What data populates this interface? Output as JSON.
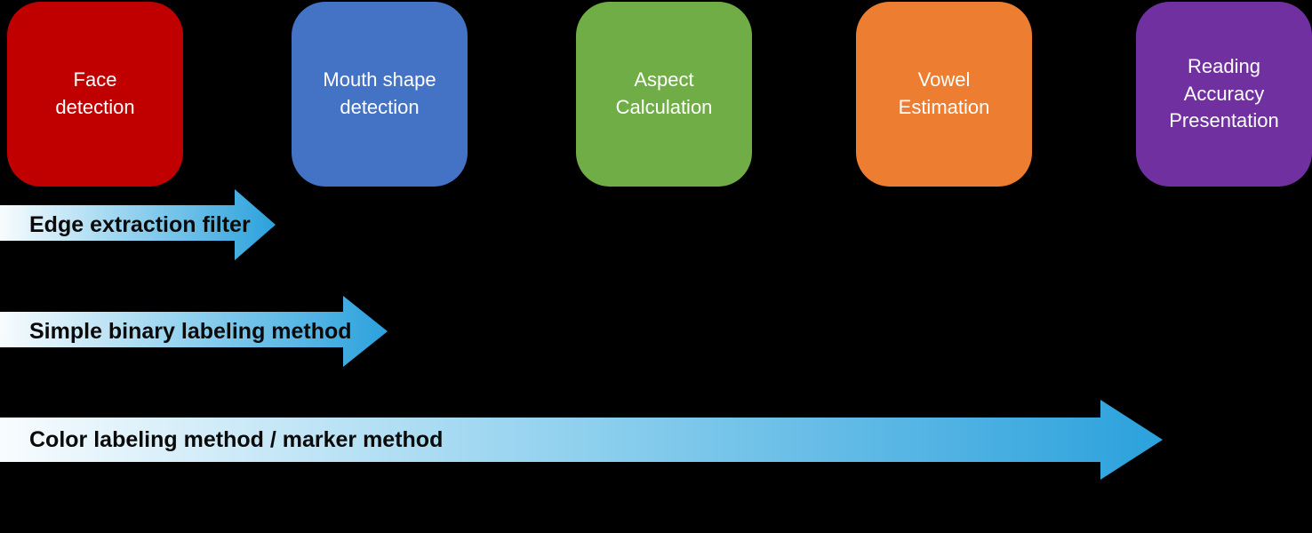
{
  "diagram": {
    "background_color": "#000000",
    "stage_text_color": "#FFFFFF",
    "arrow_label_color": "#0A0A0A",
    "arrow_gradient_start": "#F8FCFE",
    "arrow_gradient_end": "#2BA1DC",
    "stages": [
      {
        "label": "Face\ndetection",
        "color": "#C00000"
      },
      {
        "label": "Mouth shape\ndetection",
        "color": "#4472C4"
      },
      {
        "label": "Aspect\nCalculation",
        "color": "#70AD47"
      },
      {
        "label": "Vowel\nEstimation",
        "color": "#ED7D31"
      },
      {
        "label": "Reading\nAccuracy\nPresentation",
        "color": "#7030A0"
      }
    ],
    "arrows": [
      {
        "label": "Edge extraction filter"
      },
      {
        "label": "Simple binary labeling method"
      },
      {
        "label": "Color labeling method / marker method"
      }
    ]
  }
}
